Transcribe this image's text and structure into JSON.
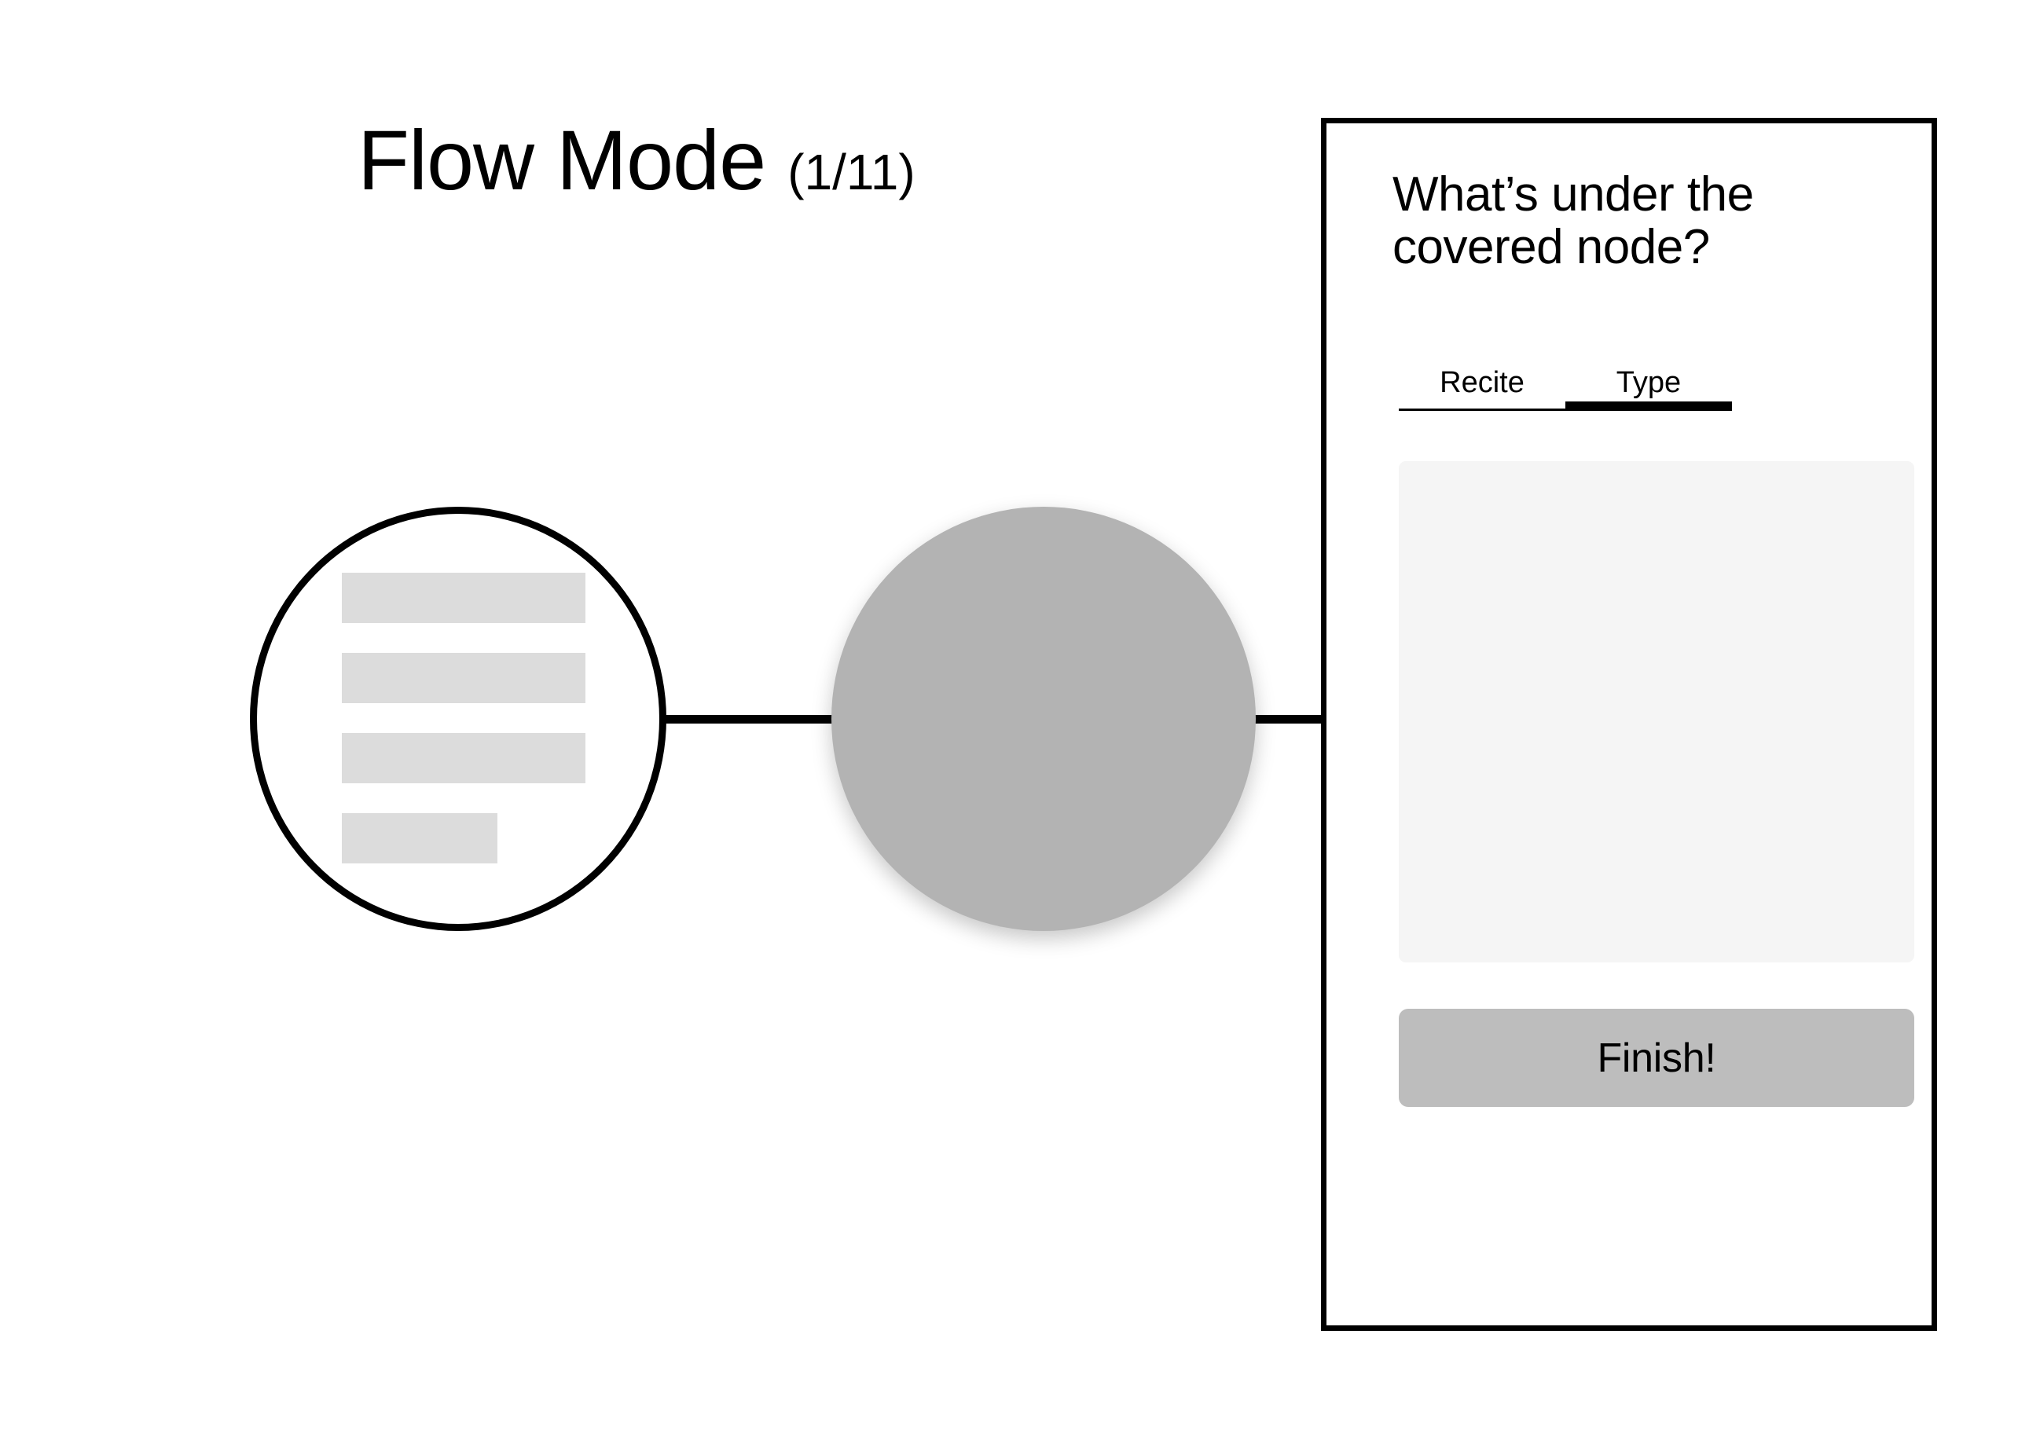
{
  "header": {
    "title": "Flow Mode",
    "counter": "(1/11)"
  },
  "graph": {
    "source_node": {
      "name": "source-note-node",
      "type": "outlined-circle",
      "placeholder_lines": [
        {
          "width_pct": 100
        },
        {
          "width_pct": 100
        },
        {
          "width_pct": 100
        },
        {
          "width_pct": 64
        }
      ]
    },
    "covered_node": {
      "name": "covered-node",
      "type": "filled-circle",
      "fill": "#b3b3b3",
      "label": ""
    },
    "edges": [
      {
        "from": "source-note-node",
        "to": "covered-node"
      },
      {
        "from": "covered-node",
        "to": "review-panel"
      }
    ]
  },
  "panel": {
    "question": "What’s under the covered node?",
    "tabs": [
      {
        "label": "Recite",
        "active": false
      },
      {
        "label": "Type",
        "active": true
      }
    ],
    "answer": {
      "value": "",
      "placeholder": ""
    },
    "finish_label": "Finish!"
  },
  "colors": {
    "page_background": "#ffffff",
    "ink": "#000000",
    "covered_node_fill": "#b3b3b3",
    "placeholder_line": "#dcdcdc",
    "input_background": "#f5f5f5",
    "button_background": "#bdbdbd"
  }
}
